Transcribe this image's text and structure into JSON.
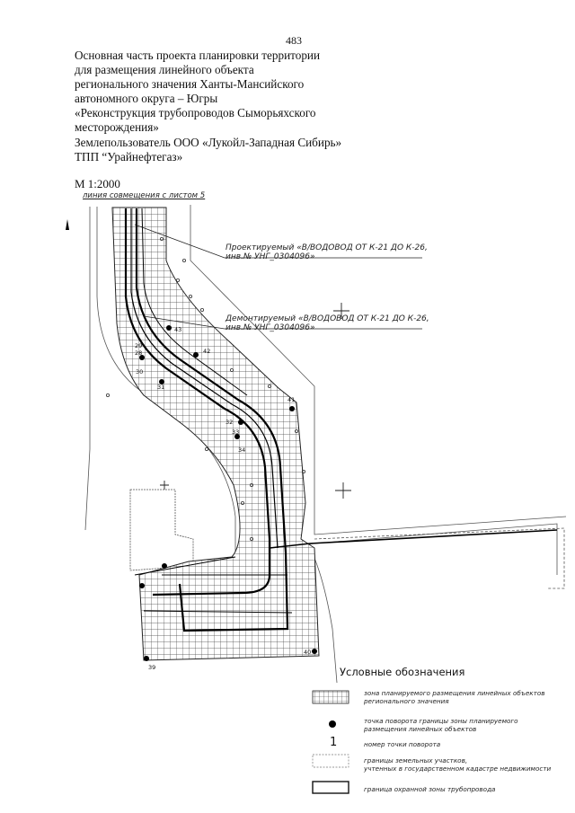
{
  "page_number": "483",
  "title_lines": [
    "Основная часть проекта планировки территории",
    "для размещения линейного объекта",
    "регионального значения Ханты-Мансийского",
    "автономного округа – Югры",
    "«Реконструкция трубопроводов Сыморьяхского",
    "месторождения»",
    "Землепользователь ООО «Лукойл-Западная Сибирь»",
    "ТПП “Урайнефтегаз»"
  ],
  "scale": "М 1:2000",
  "overlap_line": "линия совмещения с листом 5",
  "labels": {
    "projected_1": "Проектируемый «В/ВОДОВОД ОТ К-21 ДО К-26,",
    "projected_2": "инв.№ УНГ_0304096»",
    "dismantled_1": "Демонтируемый «В/ВОДОВОД ОТ К-21 ДО К-26,",
    "dismantled_2": "инв.№ УНГ_0304096»"
  },
  "point_numbers": {
    "p28": "28",
    "p29": "29",
    "p30": "30",
    "p31": "31",
    "p32": "32",
    "p33": "33",
    "p34": "34",
    "p39": "39",
    "p40": "40",
    "p41": "41",
    "p42": "42",
    "p43": "43"
  },
  "legend": {
    "title": "Условные обозначения",
    "zone_1": "зона планируемого размещения линейных объектов",
    "zone_2": "регионального значения",
    "turn_point_1": "точка поворота границы зоны планируемого",
    "turn_point_2": "размещения линейных объектов",
    "turn_number_symbol": "1",
    "turn_number": "номер точки поворота",
    "parcels_1": "границы земельных участков,",
    "parcels_2": "учтенных в государственном кадастре недвижимости",
    "protect_zone": "граница охранной зоны трубопровода"
  },
  "icons": {
    "north_arrow": "north-arrow-icon",
    "cross": "cross-marker-icon"
  }
}
